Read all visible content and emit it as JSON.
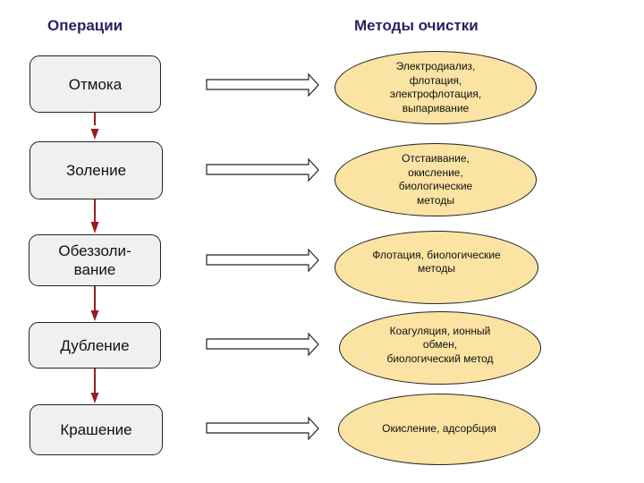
{
  "headings": {
    "operations": "Операции",
    "methods": "Методы очистки"
  },
  "operations": [
    {
      "label": "Отмока"
    },
    {
      "label": "Золение"
    },
    {
      "label": "Обеззоли-\nвание"
    },
    {
      "label": "Дубление"
    },
    {
      "label": "Крашение"
    }
  ],
  "methods": [
    {
      "label": "Электродиализ,\nфлотация,\nэлектрофлотация,\nвыпаривание"
    },
    {
      "label": "Отстаивание,\nокисление,\nбиологические\nметоды"
    },
    {
      "label": "Флотация, биологические\nметоды"
    },
    {
      "label": "Коагуляция, ионный\nобмен,\nбиологический метод"
    },
    {
      "label": "Окисление, адсорбция"
    }
  ],
  "colors": {
    "heading": "#2b1f63",
    "operation_fill": "#f0f0f0",
    "method_fill": "#fbe3a3",
    "flow_arrow": "#9b1c1c"
  }
}
